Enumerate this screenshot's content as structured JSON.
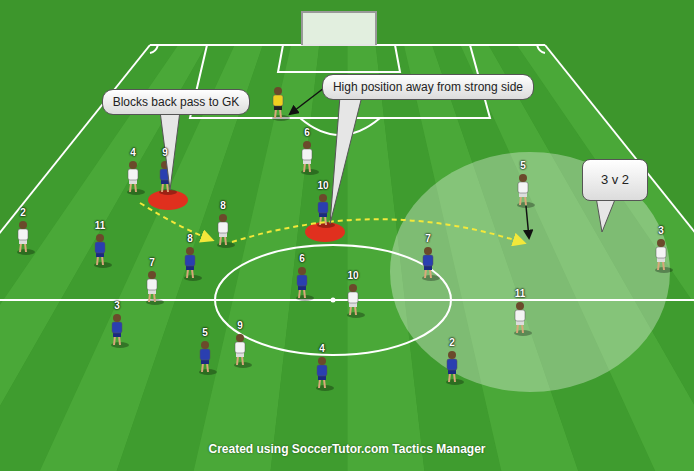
{
  "diagram": {
    "caption": "Created using SoccerTutor.com Tactics Manager",
    "nodes": [
      {
        "text": [
          "Blocks back pass to GK"
        ]
      },
      {
        "text": [
          "High position away from strong side"
        ]
      },
      {
        "text": [
          "3 v 2"
        ]
      }
    ],
    "labels": [
      "6",
      "4",
      "9",
      "5",
      "10",
      "8",
      "2",
      "11",
      "3",
      "7",
      "8",
      "6",
      "7",
      "10",
      "11",
      "3",
      "9",
      "5",
      "2",
      "4"
    ]
  }
}
